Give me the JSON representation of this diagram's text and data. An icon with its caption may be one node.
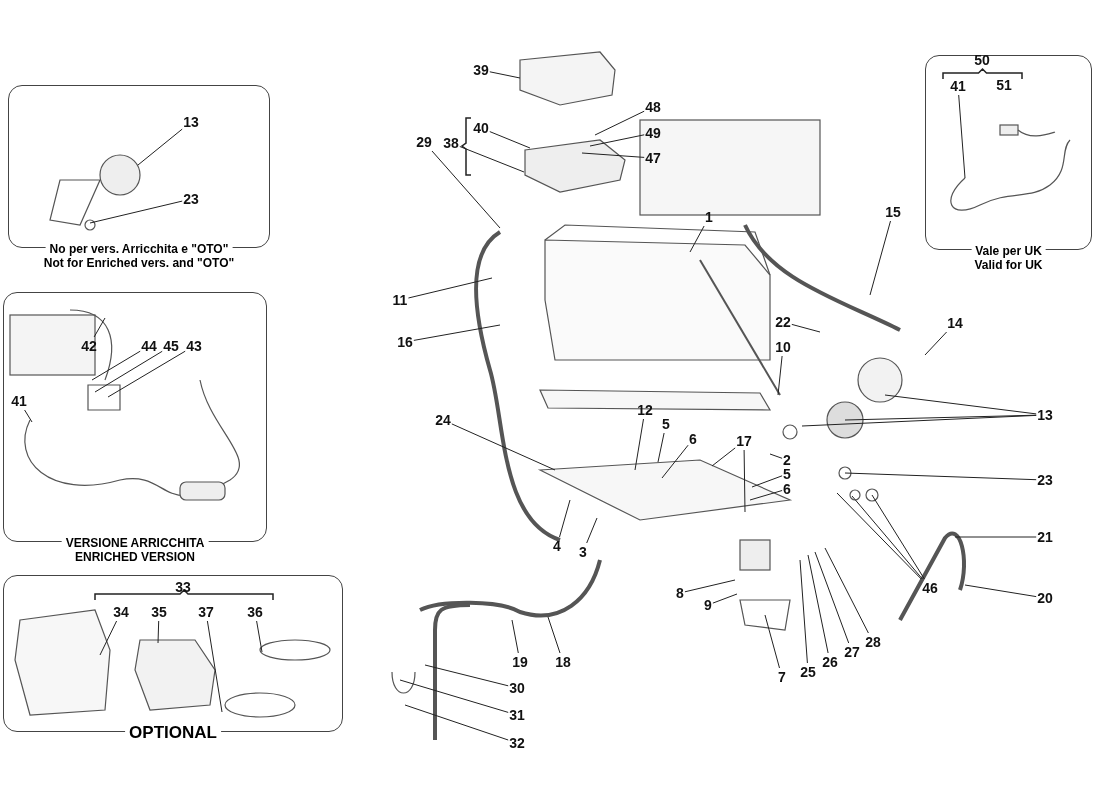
{
  "diagram": {
    "nodes": [
      {
        "text": [
          "No per vers. Arricchita e \"OTO\"",
          "Not for Enriched vers. and \"OTO\""
        ]
      },
      {
        "text": [
          "13"
        ],
        "in": 0
      },
      {
        "text": [
          "23"
        ],
        "in": 0
      },
      {
        "text": [
          "VERSIONE ARRICCHITA",
          "ENRICHED VERSION"
        ]
      },
      {
        "text": [
          "42"
        ],
        "in": 3
      },
      {
        "text": [
          "44"
        ],
        "in": 3
      },
      {
        "text": [
          "45"
        ],
        "in": 3
      },
      {
        "text": [
          "43"
        ],
        "in": 3
      },
      {
        "text": [
          "41"
        ],
        "in": 3
      },
      {
        "text": [
          "OPTIONAL"
        ]
      },
      {
        "text": [
          "34"
        ],
        "in": 9
      },
      {
        "text": [
          "35"
        ],
        "in": 9
      },
      {
        "text": [
          "37"
        ],
        "in": 9
      },
      {
        "text": [
          "36"
        ],
        "in": 9
      },
      {
        "text": [
          "Vale per UK",
          "Valid for UK"
        ]
      },
      {
        "text": [
          "41"
        ],
        "in": 14
      },
      {
        "text": [
          "39"
        ]
      },
      {
        "text": [
          "48"
        ]
      },
      {
        "text": [
          "40"
        ]
      },
      {
        "text": [
          "49"
        ]
      },
      {
        "text": [
          "38"
        ]
      },
      {
        "text": [
          "29"
        ]
      },
      {
        "text": [
          "47"
        ]
      },
      {
        "text": [
          "1"
        ]
      },
      {
        "text": [
          "15"
        ]
      },
      {
        "text": [
          "11"
        ]
      },
      {
        "text": [
          "22"
        ]
      },
      {
        "text": [
          "14"
        ]
      },
      {
        "text": [
          "16"
        ]
      },
      {
        "text": [
          "10"
        ]
      },
      {
        "text": [
          "13"
        ]
      },
      {
        "text": [
          "24"
        ]
      },
      {
        "text": [
          "12"
        ]
      },
      {
        "text": [
          "5"
        ]
      },
      {
        "text": [
          "6"
        ]
      },
      {
        "text": [
          "17"
        ]
      },
      {
        "text": [
          "2"
        ]
      },
      {
        "text": [
          "5"
        ]
      },
      {
        "text": [
          "6"
        ]
      },
      {
        "text": [
          "23"
        ]
      },
      {
        "text": [
          "4"
        ]
      },
      {
        "text": [
          "3"
        ]
      },
      {
        "text": [
          "46"
        ]
      },
      {
        "text": [
          "21"
        ]
      },
      {
        "text": [
          "8"
        ]
      },
      {
        "text": [
          "9"
        ]
      },
      {
        "text": [
          "20"
        ]
      },
      {
        "text": [
          "19"
        ]
      },
      {
        "text": [
          "18"
        ]
      },
      {
        "text": [
          "30"
        ]
      },
      {
        "text": [
          "7"
        ]
      },
      {
        "text": [
          "25"
        ]
      },
      {
        "text": [
          "26"
        ]
      },
      {
        "text": [
          "27"
        ]
      },
      {
        "text": [
          "28"
        ]
      },
      {
        "text": [
          "31"
        ]
      },
      {
        "text": [
          "32"
        ]
      }
    ],
    "edges": [
      {
        "from": 1,
        "to": null,
        "arrow": "none"
      },
      {
        "from": 2,
        "to": null,
        "arrow": "none"
      },
      {
        "from": 4,
        "to": null,
        "arrow": "none"
      },
      {
        "from": 5,
        "to": null,
        "arrow": "none"
      },
      {
        "from": 6,
        "to": null,
        "arrow": "none"
      },
      {
        "from": 7,
        "to": null,
        "arrow": "none"
      },
      {
        "from": 8,
        "to": null,
        "arrow": "none"
      },
      {
        "from": 10,
        "to": null,
        "arrow": "none"
      },
      {
        "from": 11,
        "to": null,
        "arrow": "none"
      },
      {
        "from": 12,
        "to": null,
        "arrow": "none"
      },
      {
        "from": 13,
        "to": null,
        "arrow": "none"
      },
      {
        "from": 15,
        "to": null,
        "arrow": "none"
      },
      {
        "from": 16,
        "to": null,
        "arrow": "none"
      },
      {
        "from": 17,
        "to": null,
        "arrow": "none"
      },
      {
        "from": 18,
        "to": null,
        "arrow": "none"
      },
      {
        "from": 19,
        "to": null,
        "arrow": "none"
      },
      {
        "from": 20,
        "to": null,
        "arrow": "none"
      },
      {
        "from": 21,
        "to": null,
        "arrow": "none"
      },
      {
        "from": 22,
        "to": null,
        "arrow": "none"
      },
      {
        "from": 23,
        "to": null,
        "arrow": "none"
      },
      {
        "from": 24,
        "to": null,
        "arrow": "none"
      },
      {
        "from": 25,
        "to": null,
        "arrow": "none"
      },
      {
        "from": 26,
        "to": null,
        "arrow": "none"
      },
      {
        "from": 27,
        "to": null,
        "arrow": "none"
      },
      {
        "from": 28,
        "to": null,
        "arrow": "none"
      },
      {
        "from": 29,
        "to": null,
        "arrow": "none"
      },
      {
        "from": 30,
        "to": null,
        "arrow": "none"
      },
      {
        "from": 30,
        "to": null,
        "arrow": "none"
      },
      {
        "from": 30,
        "to": null,
        "arrow": "none"
      },
      {
        "from": 31,
        "to": null,
        "arrow": "none"
      },
      {
        "from": 32,
        "to": null,
        "arrow": "none"
      },
      {
        "from": 33,
        "to": null,
        "arrow": "none"
      },
      {
        "from": 34,
        "to": null,
        "arrow": "none"
      },
      {
        "from": 35,
        "to": null,
        "arrow": "none"
      },
      {
        "from": 35,
        "to": null,
        "arrow": "none"
      },
      {
        "from": 36,
        "to": null,
        "arrow": "none"
      },
      {
        "from": 37,
        "to": null,
        "arrow": "none"
      },
      {
        "from": 38,
        "to": null,
        "arrow": "none"
      },
      {
        "from": 39,
        "to": null,
        "arrow": "none"
      },
      {
        "from": 40,
        "to": null,
        "arrow": "none"
      },
      {
        "from": 41,
        "to": null,
        "arrow": "none"
      },
      {
        "from": 42,
        "to": null,
        "arrow": "none"
      },
      {
        "from": 42,
        "to": null,
        "arrow": "none"
      },
      {
        "from": 42,
        "to": null,
        "arrow": "none"
      },
      {
        "from": 43,
        "to": null,
        "arrow": "none"
      },
      {
        "from": 44,
        "to": null,
        "arrow": "none"
      },
      {
        "from": 45,
        "to": null,
        "arrow": "none"
      },
      {
        "from": 46,
        "to": null,
        "arrow": "none"
      },
      {
        "from": 47,
        "to": null,
        "arrow": "none"
      },
      {
        "from": 48,
        "to": null,
        "arrow": "none"
      },
      {
        "from": 49,
        "to": null,
        "arrow": "none"
      },
      {
        "from": 50,
        "to": null,
        "arrow": "none"
      },
      {
        "from": 51,
        "to": null,
        "arrow": "none"
      },
      {
        "from": 52,
        "to": null,
        "arrow": "none"
      },
      {
        "from": 53,
        "to": null,
        "arrow": "none"
      },
      {
        "from": 54,
        "to": null,
        "arrow": "none"
      },
      {
        "from": 55,
        "to": null,
        "arrow": "none"
      },
      {
        "from": 56,
        "to": null,
        "arrow": "none"
      }
    ],
    "labels": [
      "50",
      "51",
      "33"
    ]
  }
}
